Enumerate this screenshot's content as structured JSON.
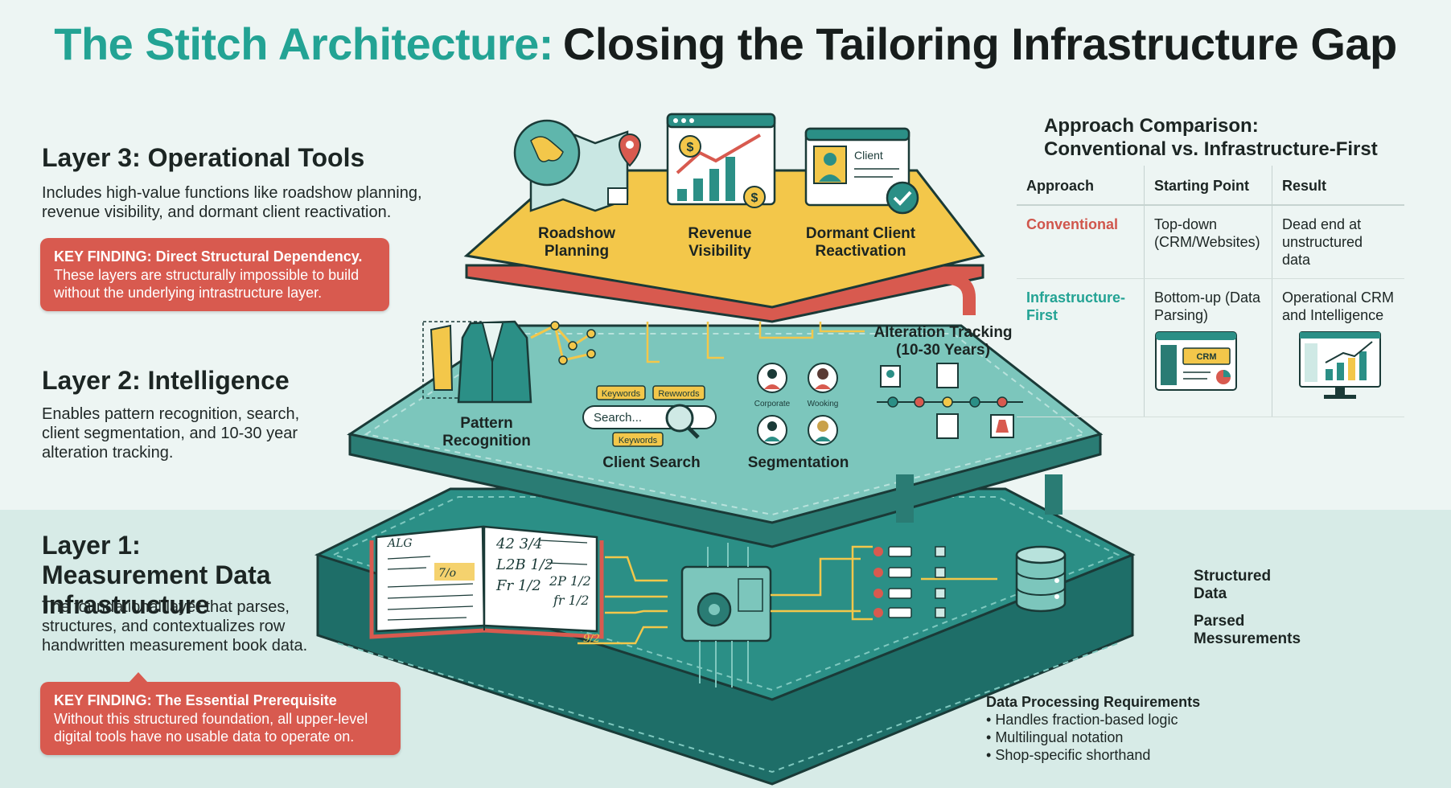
{
  "title": {
    "part1": "The Stitch Architecture:",
    "part2": "Closing the Tailoring Infrastructure Gap"
  },
  "layer3": {
    "heading": "Layer 3: Operational Tools",
    "description": "Includes high-value functions like roadshow planning, revenue visibility, and dormant client reactivation.",
    "finding_title": "KEY FINDING: Direct Structural Dependency.",
    "finding_body": "These layers are structurally impossible to build without the underlying intrastructure layer."
  },
  "layer2": {
    "heading": "Layer 2: Intelligence",
    "description": "Enables pattern recognition, search, client segmentation, and 10-30 year alteration tracking."
  },
  "layer1": {
    "heading": "Layer 1: Measurement Data Infrastructure",
    "description": "The foundational layer that parses, structures, and contextualizes row handwritten measurement book data.",
    "finding_title": "KEY FINDING: The Essential Prerequisite",
    "finding_body": "Without this structured foundation, all upper-level digital tools have no usable data to operate on."
  },
  "top_layer_labels": {
    "roadshow": "Roadshow Planning",
    "revenue": "Revenue Visibility",
    "dormant": "Dormant Client Reactivation",
    "client_card": "Client"
  },
  "middle_layer_labels": {
    "pattern": "Pattern Recognition",
    "search": "Client Search",
    "segmentation": "Segmentation",
    "alteration": "Alteration Tracking (10-30 Years)",
    "search_placeholder": "Search...",
    "tag_keywords": "Keywords",
    "tag_rewwords": "Rewwords",
    "seg_corporate": "Corporate",
    "seg_wooking": "Wooking"
  },
  "bottom_layer_labels": {
    "book_left": [
      "ALG",
      "7/o"
    ],
    "book_right": [
      "42 3/4",
      "L2B 1/2",
      "Fr 1/2",
      "2P 1/2",
      "fr 1/2"
    ],
    "fraction_note": "9/2"
  },
  "right_notes": {
    "structured": "Structured Data",
    "parsed": "Parsed Messurements"
  },
  "comparison": {
    "title_line1": "Approach Comparison:",
    "title_line2": "Conventional vs. Infrastructure-First",
    "headers": [
      "Approach",
      "Starting Point",
      "Result"
    ],
    "rows": [
      {
        "approach": "Conventional",
        "start": "Top-down (CRM/Websites)",
        "result": "Dead end at unstructured data"
      },
      {
        "approach": "Infrastructure-First",
        "start": "Bottom-up (Data Parsing)",
        "result": "Operational CRM and Intelligence"
      }
    ],
    "crm_badge": "CRM"
  },
  "requirements": {
    "heading": "Data Processing Requirements",
    "items": [
      "Handles fraction-based logic",
      "Multilingual notation",
      "Shop-specific shorthand"
    ]
  },
  "colors": {
    "teal": "#23a394",
    "teal_dark": "#1e6e68",
    "coral": "#d85a4f",
    "gold": "#f3c74a",
    "ink": "#171d1c"
  }
}
